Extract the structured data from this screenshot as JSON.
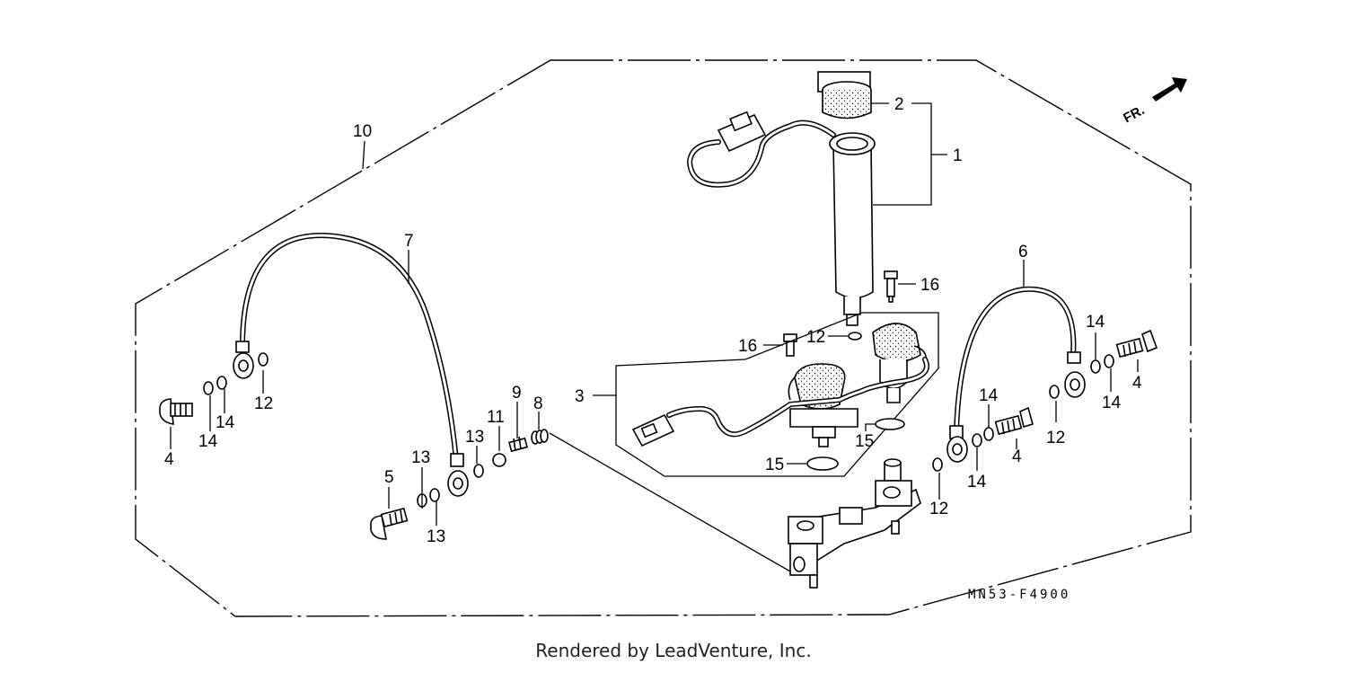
{
  "diagram": {
    "callouts": {
      "c1": "1",
      "c2": "2",
      "c3": "3",
      "c4a": "4",
      "c4b": "4",
      "c4c": "4",
      "c5": "5",
      "c6": "6",
      "c7": "7",
      "c8": "8",
      "c9": "9",
      "c10": "10",
      "c11": "11",
      "c12a": "12",
      "c12b": "12",
      "c12c": "12",
      "c12d": "12",
      "c13a": "13",
      "c13b": "13",
      "c13c": "13",
      "c14a": "14",
      "c14b": "14",
      "c14c": "14",
      "c14d": "14",
      "c14e": "14",
      "c14f": "14",
      "c15a": "15",
      "c15b": "15",
      "c16a": "16",
      "c16b": "16"
    },
    "front_marker": "FR.",
    "diagram_code": "MN53-F4900"
  },
  "footer": {
    "credit": "Rendered by LeadVenture, Inc."
  }
}
